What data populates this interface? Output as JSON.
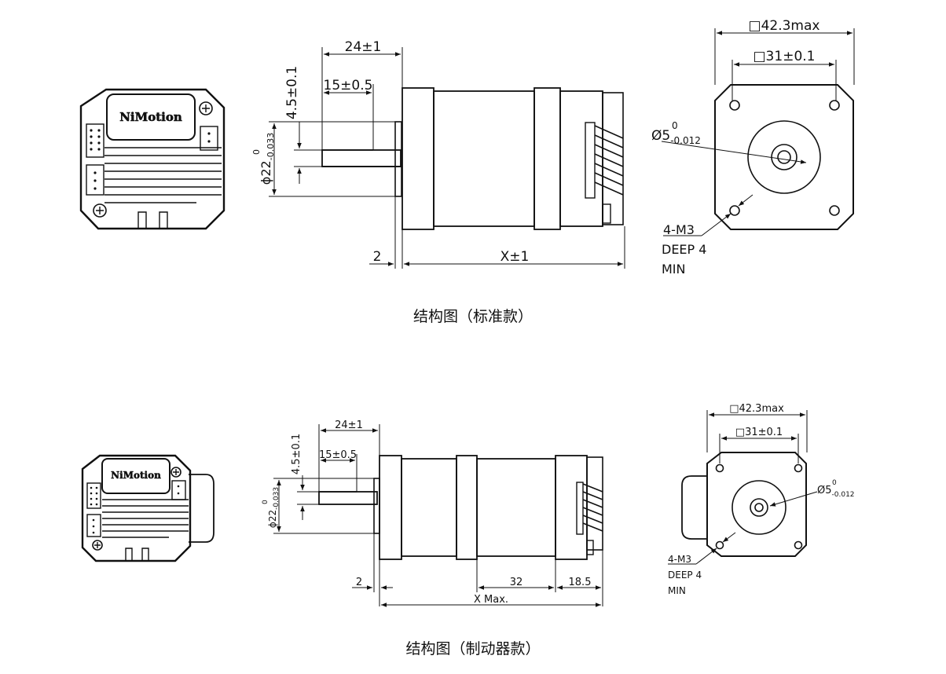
{
  "standard": {
    "caption": "结构图（标准款）",
    "brand": "NiMotion",
    "dims": {
      "shaft_len": "24±1",
      "flat_len": "15±0.5",
      "flat_depth": "4.5±0.1",
      "pilot_dia": "ϕ22",
      "pilot_tol_upper": "0",
      "pilot_tol_lower": "-0.033",
      "flange_thk": "2",
      "body_len": "X±1",
      "frame": "□42.3max",
      "hole_spacing": "□31±0.1",
      "shaft_dia": "Ø5",
      "shaft_tol_upper": "0",
      "shaft_tol_lower": "-0.012",
      "thread": "4-M3",
      "deep": "DEEP 4",
      "min": "MIN"
    }
  },
  "brake": {
    "caption": "结构图（制动器款）",
    "brand": "NiMotion",
    "dims": {
      "shaft_len": "24±1",
      "flat_len": "15±0.5",
      "flat_depth": "4.5±0.1",
      "pilot_dia": "ϕ22",
      "pilot_tol_upper": "0",
      "pilot_tol_lower": "-0.033",
      "flange_thk": "2",
      "brake_len": "32",
      "rear_len": "18.5",
      "body_len": "X Max.",
      "frame": "□42.3max",
      "hole_spacing": "□31±0.1",
      "shaft_dia": "Ø5",
      "shaft_tol_upper": "0",
      "shaft_tol_lower": "-0.012",
      "thread": "4-M3",
      "deep": "DEEP 4",
      "min": "MIN"
    }
  }
}
